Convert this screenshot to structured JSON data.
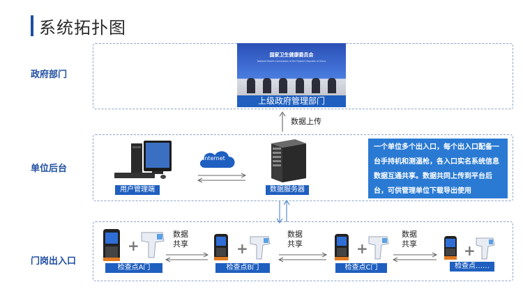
{
  "page_title": "系统拓扑图",
  "rows": {
    "gov": "政府部门",
    "unit": "单位后台",
    "gate": "门岗出入口"
  },
  "gov_photo": {
    "sign_cn": "国家卫生健康委员会",
    "sign_en": "National Health Commission of the People's Republic of China",
    "caption": "上级政府管理部门"
  },
  "upload_label": "数据上传",
  "unit": {
    "internet": "Internet",
    "user_terminal": "用户管理端",
    "server": "数据服务器",
    "note": "一个单位多个出入口，每个出入口配备一台手持机和测温枪，各入口实名系统信息数据互通共享。数据共同上传到平台后台，可供管理单位下载导出使用"
  },
  "checkpoints": [
    "检查点A门",
    "检查点B门",
    "检查点C门",
    "检查点……"
  ],
  "share_label_1": "数据",
  "share_label_2": "共享",
  "colors": {
    "accent": "#1f4ea1",
    "bar": "#1f5fbf",
    "note": "#2a7ad3"
  }
}
